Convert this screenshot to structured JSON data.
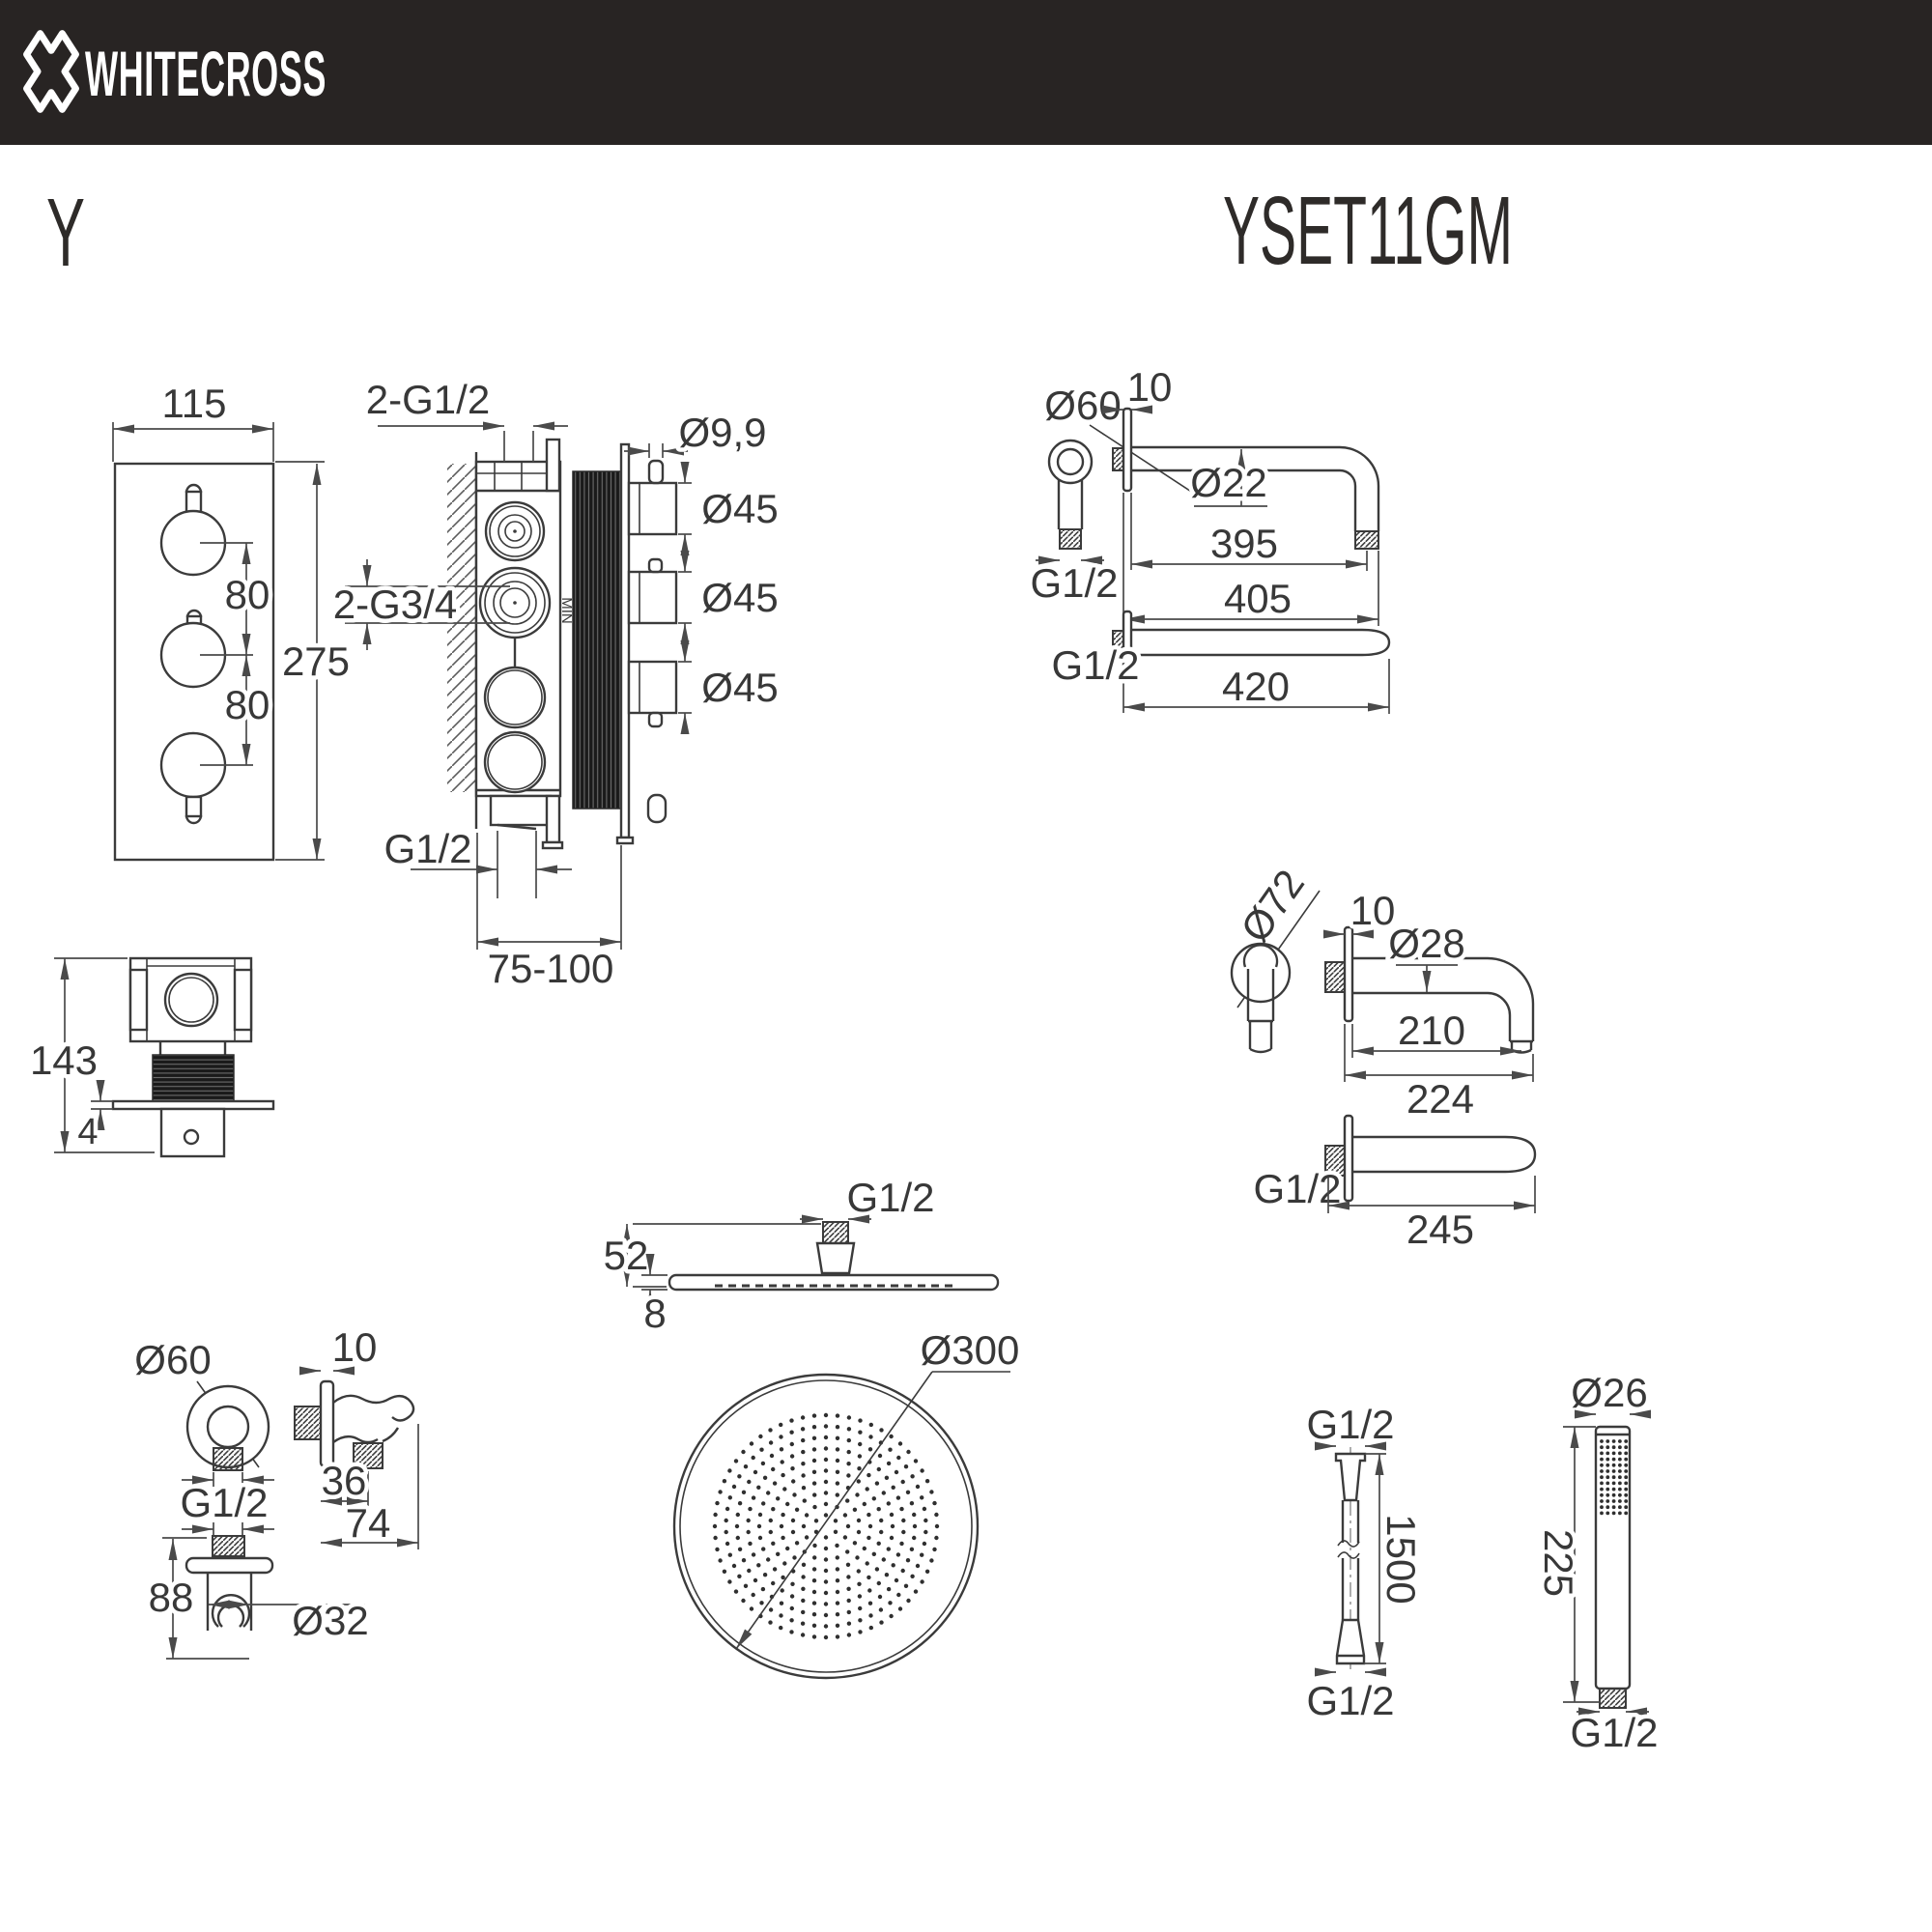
{
  "header": {
    "brand": "WHITECROSS"
  },
  "product": {
    "series": "Y",
    "code": "YSET11GM"
  },
  "valve_front": {
    "width": "115",
    "height": "275",
    "pitch_top": "80",
    "pitch_bottom": "80"
  },
  "valve_side": {
    "ports_top": "2-G1/2",
    "ports_mid": "2-G3/4",
    "stem": "Ø9,9",
    "knob": "Ø45",
    "outlet": "G1/2",
    "depth": "75-100",
    "min": "MIN"
  },
  "valve_body": {
    "height": "143",
    "plate": "4"
  },
  "arm": {
    "flange": "Ø60",
    "wall": "10",
    "tube": "Ø22",
    "reach": "395",
    "length": "405",
    "thread": "G1/2",
    "straight_thread": "G1/2",
    "straight_length": "420"
  },
  "spout": {
    "flange": "Ø72",
    "wall": "10",
    "tube": "Ø28",
    "reach": "210",
    "length": "224",
    "thread": "G1/2",
    "straight_length": "245"
  },
  "head": {
    "thread": "G1/2",
    "height": "52",
    "thickness": "8",
    "diameter": "Ø300"
  },
  "outlet": {
    "flange": "Ø60",
    "wall": "10",
    "thread": "G1/2",
    "stub": "36",
    "depth": "74",
    "height": "88",
    "hook": "Ø32"
  },
  "hose": {
    "thread_top": "G1/2",
    "length": "1500",
    "thread_bottom": "G1/2"
  },
  "handshower": {
    "diameter": "Ø26",
    "length": "225",
    "thread": "G1/2"
  }
}
